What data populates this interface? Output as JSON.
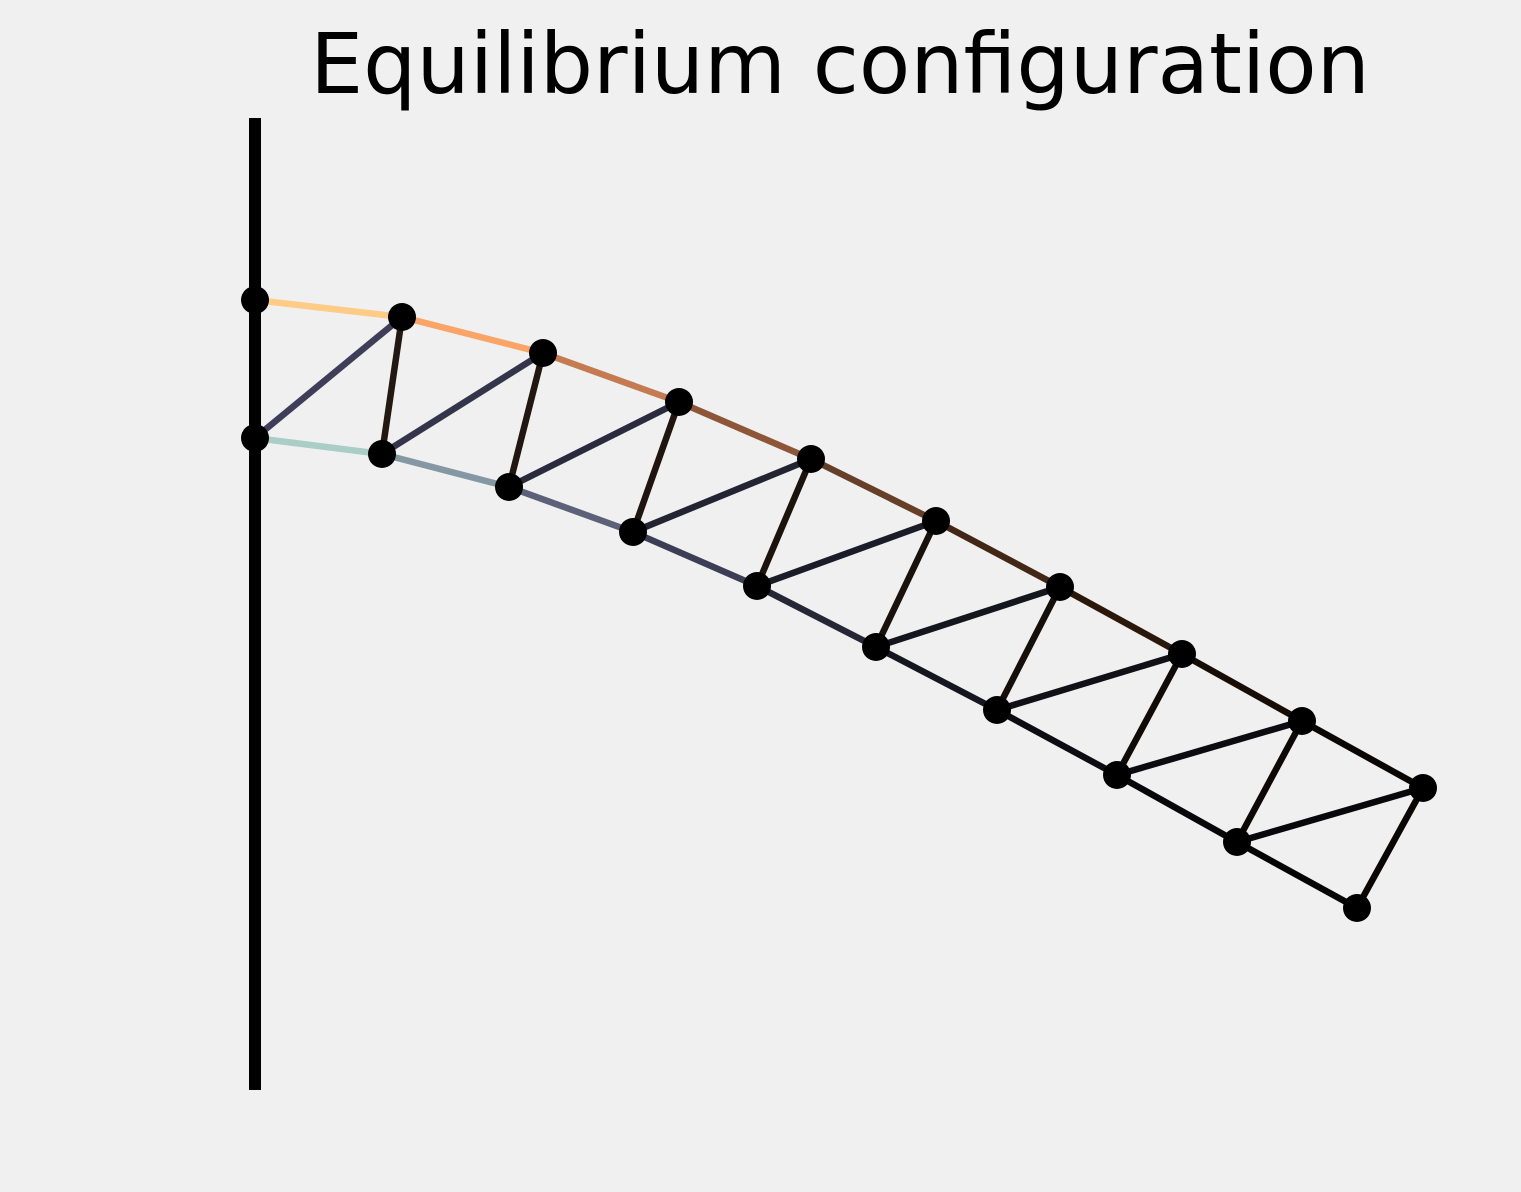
{
  "diagram": {
    "title": "Equilibrium configuration",
    "background_color": "#f0f0f0",
    "wall": {
      "color": "#000000"
    },
    "node_color": "#000000",
    "nodes": {
      "top": [
        "T0",
        "T1",
        "T2",
        "T3",
        "T4",
        "T5",
        "T6",
        "T7",
        "T8",
        "T9"
      ],
      "bottom": [
        "B0",
        "B1",
        "B2",
        "B3",
        "B4",
        "B5",
        "B6",
        "B7",
        "B8",
        "B9"
      ]
    },
    "members": [
      {
        "id": "top-chord-1",
        "from": "T0",
        "to": "T1",
        "color": "#ffcc88"
      },
      {
        "id": "top-chord-2",
        "from": "T1",
        "to": "T2",
        "color": "#fba468"
      },
      {
        "id": "top-chord-3",
        "from": "T2",
        "to": "T3",
        "color": "#c47b52"
      },
      {
        "id": "top-chord-4",
        "from": "T3",
        "to": "T4",
        "color": "#8e5638"
      },
      {
        "id": "top-chord-5",
        "from": "T4",
        "to": "T5",
        "color": "#663f28"
      },
      {
        "id": "top-chord-6",
        "from": "T5",
        "to": "T6",
        "color": "#432716"
      },
      {
        "id": "top-chord-7",
        "from": "T6",
        "to": "T7",
        "color": "#2a180b"
      },
      {
        "id": "top-chord-8",
        "from": "T7",
        "to": "T8",
        "color": "#170d05"
      },
      {
        "id": "top-chord-9",
        "from": "T8",
        "to": "T9",
        "color": "#0a0604"
      },
      {
        "id": "bottom-chord-1",
        "from": "B0",
        "to": "B1",
        "color": "#aacdc6"
      },
      {
        "id": "bottom-chord-2",
        "from": "B1",
        "to": "B2",
        "color": "#8497a3"
      },
      {
        "id": "bottom-chord-3",
        "from": "B2",
        "to": "B3",
        "color": "#5c6078"
      },
      {
        "id": "bottom-chord-4",
        "from": "B3",
        "to": "B4",
        "color": "#3d3e56"
      },
      {
        "id": "bottom-chord-5",
        "from": "B4",
        "to": "B5",
        "color": "#262636"
      },
      {
        "id": "bottom-chord-6",
        "from": "B5",
        "to": "B6",
        "color": "#161620"
      },
      {
        "id": "bottom-chord-7",
        "from": "B6",
        "to": "B7",
        "color": "#0c0c12"
      },
      {
        "id": "bottom-chord-8",
        "from": "B7",
        "to": "B8",
        "color": "#07070a"
      },
      {
        "id": "bottom-chord-9",
        "from": "B8",
        "to": "B9",
        "color": "#040404"
      },
      {
        "id": "diagonal-1",
        "from": "B0",
        "to": "T1",
        "color": "#3f3d57"
      },
      {
        "id": "diagonal-2",
        "from": "B1",
        "to": "T2",
        "color": "#34344a"
      },
      {
        "id": "diagonal-3",
        "from": "B2",
        "to": "T3",
        "color": "#2b2b3d"
      },
      {
        "id": "diagonal-4",
        "from": "B3",
        "to": "T4",
        "color": "#232332"
      },
      {
        "id": "diagonal-5",
        "from": "B4",
        "to": "T5",
        "color": "#1c1c28"
      },
      {
        "id": "diagonal-6",
        "from": "B5",
        "to": "T6",
        "color": "#15151e"
      },
      {
        "id": "diagonal-7",
        "from": "B6",
        "to": "T7",
        "color": "#101016"
      },
      {
        "id": "diagonal-8",
        "from": "B7",
        "to": "T8",
        "color": "#0b0b10"
      },
      {
        "id": "diagonal-9",
        "from": "B8",
        "to": "T9",
        "color": "#08080b"
      },
      {
        "id": "vertical-1",
        "from": "T1",
        "to": "B1",
        "color": "#241812"
      },
      {
        "id": "vertical-2",
        "from": "T2",
        "to": "B2",
        "color": "#221710"
      },
      {
        "id": "vertical-3",
        "from": "T3",
        "to": "B3",
        "color": "#20150e"
      },
      {
        "id": "vertical-4",
        "from": "T4",
        "to": "B4",
        "color": "#1c130d"
      },
      {
        "id": "vertical-5",
        "from": "T5",
        "to": "B5",
        "color": "#19110b"
      },
      {
        "id": "vertical-6",
        "from": "T6",
        "to": "B6",
        "color": "#150e09"
      },
      {
        "id": "vertical-7",
        "from": "T7",
        "to": "B7",
        "color": "#110b07"
      },
      {
        "id": "vertical-8",
        "from": "T8",
        "to": "B8",
        "color": "#0d0805"
      },
      {
        "id": "vertical-9",
        "from": "T9",
        "to": "B9",
        "color": "#0a0604"
      }
    ]
  }
}
